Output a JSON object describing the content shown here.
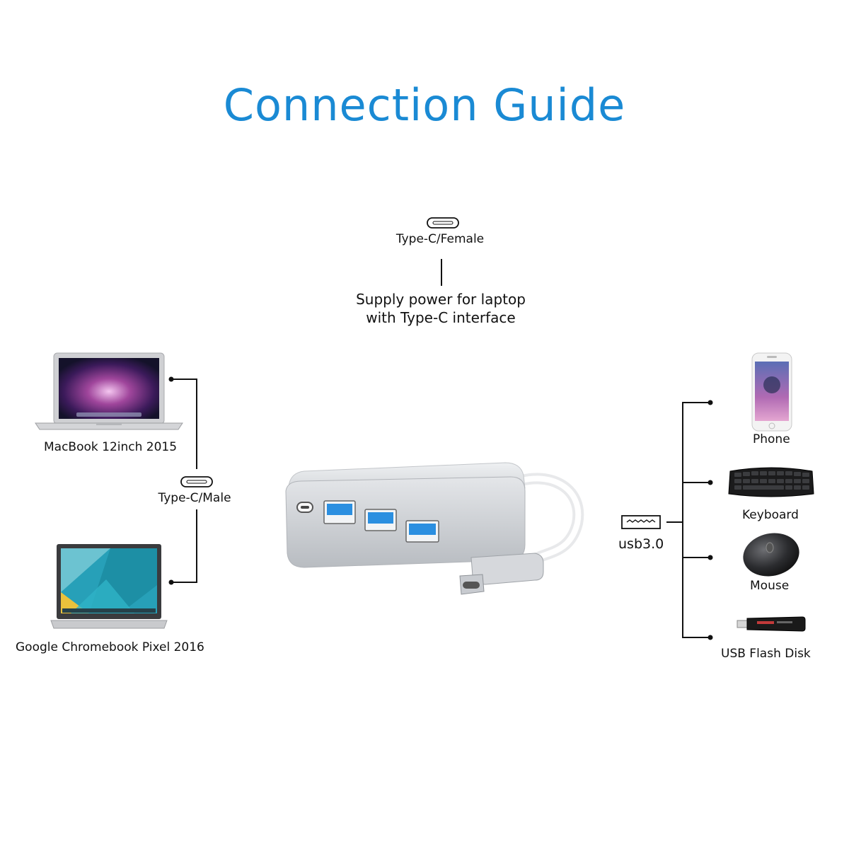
{
  "title": "Connection Guide",
  "top_port": {
    "label": "Type-C/Female",
    "description_line1": "Supply power for laptop",
    "description_line2": "with Type-C interface"
  },
  "left_port": {
    "label": "Type-C/Male"
  },
  "right_port": {
    "label": "usb3.0"
  },
  "laptops": [
    {
      "name": "MacBook 12inch 2015"
    },
    {
      "name": "Google Chromebook Pixel 2016"
    }
  ],
  "devices": [
    {
      "name": "Phone"
    },
    {
      "name": "Keyboard"
    },
    {
      "name": "Mouse"
    },
    {
      "name": "USB Flash Disk"
    }
  ],
  "colors": {
    "title": "#1a8ad4",
    "usb3_port": "#2b8fe0",
    "hub_body": "#d9dbdf",
    "line": "#111111"
  },
  "icons": [
    "type-c-port-icon",
    "usb-port-icon"
  ]
}
